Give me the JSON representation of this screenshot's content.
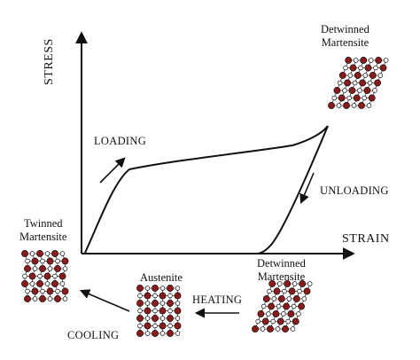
{
  "axes": {
    "y_label": "STRESS",
    "x_label": "STRAIN"
  },
  "steps": {
    "loading": "LOADING",
    "unloading": "UNLOADING",
    "heating": "HEATING",
    "cooling": "COOLING"
  },
  "phases": {
    "detwinned_top": {
      "line1": "Detwinned",
      "line2": "Martensite"
    },
    "detwinned_bottom": {
      "line1": "Detwinned",
      "line2": "Martensite"
    },
    "austenite": {
      "line1": "Austenite"
    },
    "twinned": {
      "line1": "Twinned",
      "line2": "Martensite"
    }
  },
  "colors": {
    "atom_dark": "#8b1a1a",
    "atom_light": "#ffffff",
    "line": "#111111"
  }
}
